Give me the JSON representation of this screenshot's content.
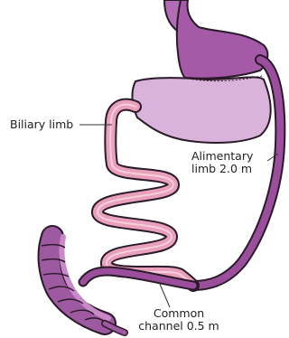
{
  "labels": {
    "biliary": "Biliary limb",
    "alimentary_line1": "Alimentary",
    "alimentary_line2": "limb 2.0 m",
    "common_line1": "Common",
    "common_line2": "channel 0.5 m"
  },
  "colors": {
    "outline": "#2a1a2a",
    "stomach_pouch": "#a55aa8",
    "stomach_remnant": "#d9b3da",
    "alimentary": "#9b4e9b",
    "biliary_small_bowel": "#e9a0bb",
    "colon": "#9e5aa0",
    "colon_highlight": "#c889c7",
    "leader_line": "#333333"
  }
}
